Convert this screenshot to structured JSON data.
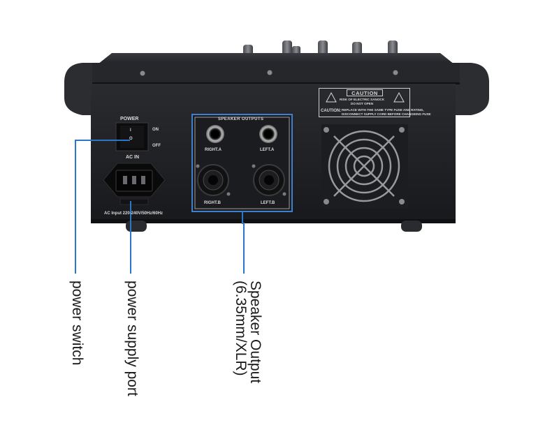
{
  "panel": {
    "power": {
      "label": "POWER",
      "on": "ON",
      "off": "OFF",
      "on_mark": "I",
      "off_mark": "O"
    },
    "ac_in": {
      "label": "AC IN",
      "rating": "AC Input 220-240V/50Hz/60Hz"
    },
    "speaker_outputs": {
      "title": "SPEAKER OUTPUTS",
      "jacks": [
        "RIGHT.A",
        "LEFT.A"
      ],
      "connectors": [
        "RIGHT.B",
        "LEFT.B"
      ]
    },
    "caution": {
      "title": "CAUTION",
      "line1": "RISK OF ELECTRIC SANOCK",
      "line2": "DO NOT OPEN",
      "prefix": "CAUTION:",
      "line3": "REPLACE WITH THE SAME TYPE FUSE AND RATING,",
      "line4": "DISCONNECT SUPPLY CORD BEFORE CHANGEING FUSE"
    }
  },
  "callouts": {
    "power_switch": "power switch",
    "power_supply_port": "power supply port",
    "speaker_output_line1": "Speaker Output",
    "speaker_output_line2": "(6.35mm/XLR)"
  },
  "colors": {
    "callout_line": "#2a77c9",
    "panel": "#1d1e21",
    "silk": "#d9d9d9"
  }
}
